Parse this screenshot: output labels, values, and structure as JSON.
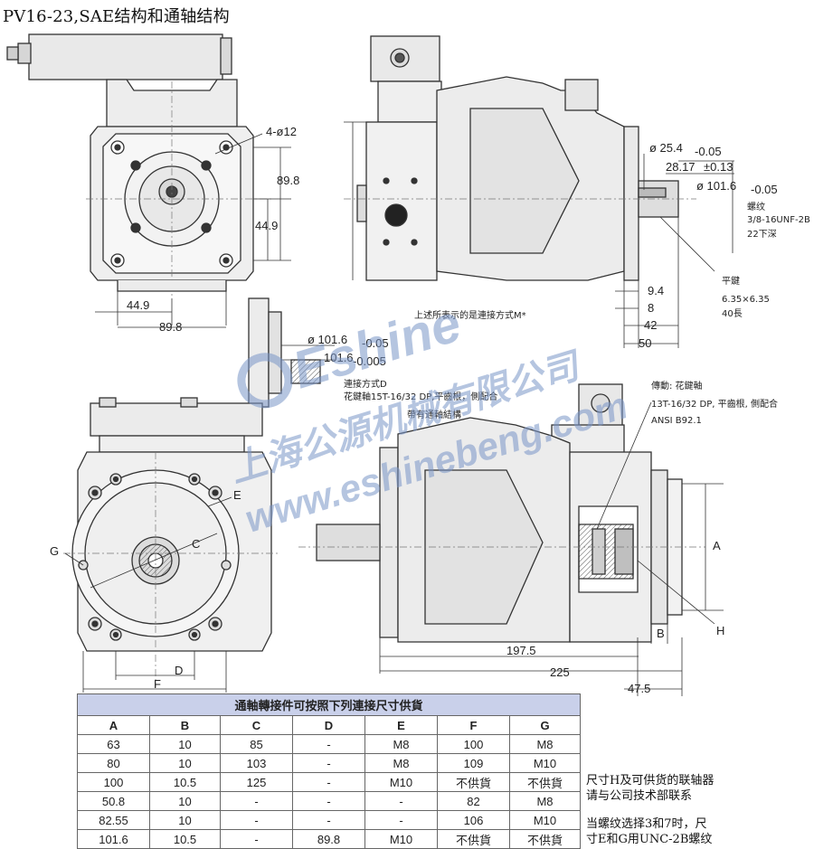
{
  "title": "PV16-23,SAE结构和通轴结构",
  "watermark": {
    "brand": "Eshine",
    "company": "上海公源机械有限公司",
    "url": "www.eshinebeng.com"
  },
  "top_left_view": {
    "hole_note": "4-ø12",
    "dim_vertical_1": "89.8",
    "dim_vertical_2": "44.9",
    "dim_horizontal_1": "44.9",
    "dim_horizontal_2": "89.8"
  },
  "top_right_view": {
    "shaft_dia": "ø 25.4",
    "shaft_dia_tol": "-0.05",
    "key_height": "28.17",
    "key_height_tol": "±0.13",
    "pilot_dia": "ø 101.6",
    "pilot_dia_tol": "-0.05",
    "thread_label": "螺纹",
    "thread_spec": "3/8-16UNF-2B",
    "thread_depth": "22下深",
    "key_label": "平鍵",
    "key_size": "6.35×6.35",
    "key_length": "40長",
    "dim_9_4": "9.4",
    "dim_8": "8",
    "dim_42": "42",
    "dim_50": "50",
    "caption": "上述所表示的是連接方式M*"
  },
  "middle_detail": {
    "pilot_dia_1": "ø 101.6",
    "pilot_dia_1_tol": "-0.05",
    "pilot_dia_2": "101.6",
    "pilot_dia_2_tol": "-0.005",
    "conn_label": "連接方式D",
    "spline_spec": "花鍵軸15T-16/32 DP,平齒根，側配合",
    "through_note": "帶有通軸結構"
  },
  "bottom_left_view": {
    "label_e": "E",
    "label_c": "C",
    "label_g": "G",
    "label_d": "D",
    "label_f": "F"
  },
  "bottom_right_view": {
    "drive_label": "傳動: 花鍵軸",
    "drive_spec": "13T-16/32 DP, 平齒根, 側配合",
    "drive_std": "ANSI B92.1",
    "label_a": "A",
    "label_b": "B",
    "label_h": "H",
    "dim_197_5": "197.5",
    "dim_225": "225",
    "dim_47_5": "47.5"
  },
  "table": {
    "caption": "通軸轉接件可按照下列連接尺寸供貨",
    "headers": [
      "A",
      "B",
      "C",
      "D",
      "E",
      "F",
      "G"
    ],
    "rows": [
      [
        "63",
        "10",
        "85",
        "-",
        "M8",
        "100",
        "M8"
      ],
      [
        "80",
        "10",
        "103",
        "-",
        "M8",
        "109",
        "M10"
      ],
      [
        "100",
        "10.5",
        "125",
        "-",
        "M10",
        "不供貨",
        "不供貨"
      ],
      [
        "50.8",
        "10",
        "-",
        "-",
        "-",
        "82",
        "M8"
      ],
      [
        "82.55",
        "10",
        "-",
        "-",
        "-",
        "106",
        "M10"
      ],
      [
        "101.6",
        "10.5",
        "-",
        "89.8",
        "M10",
        "不供貨",
        "不供貨"
      ]
    ]
  },
  "side_notes": {
    "note1_line1": "尺寸H及可供货的联轴器",
    "note1_line2": "请与公司技术部联系",
    "note2_line1": "当螺纹选择3和7时，尺",
    "note2_line2": "寸E和G用UNC-2B螺纹"
  }
}
